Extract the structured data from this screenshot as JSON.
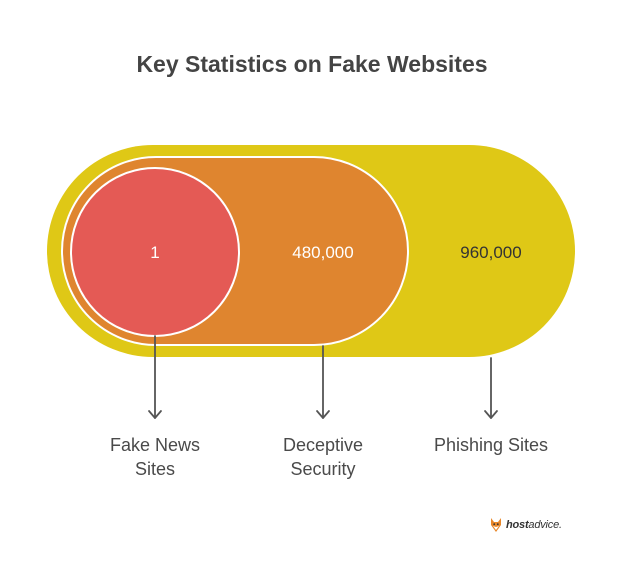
{
  "title": "Key Statistics on Fake Websites",
  "colors": {
    "outer": "#dfc816",
    "middle": "#df852f",
    "inner": "#e45a55",
    "stroke": "#ffffff",
    "arrow": "#555555"
  },
  "levels": [
    {
      "value": "1",
      "label_line1": "Fake News",
      "label_line2": "Sites"
    },
    {
      "value": "480,000",
      "label_line1": "Deceptive",
      "label_line2": "Security"
    },
    {
      "value": "960,000",
      "label_line1": "Phishing Sites",
      "label_line2": ""
    }
  ],
  "logo": {
    "part1": "host",
    "part2": "advice."
  }
}
